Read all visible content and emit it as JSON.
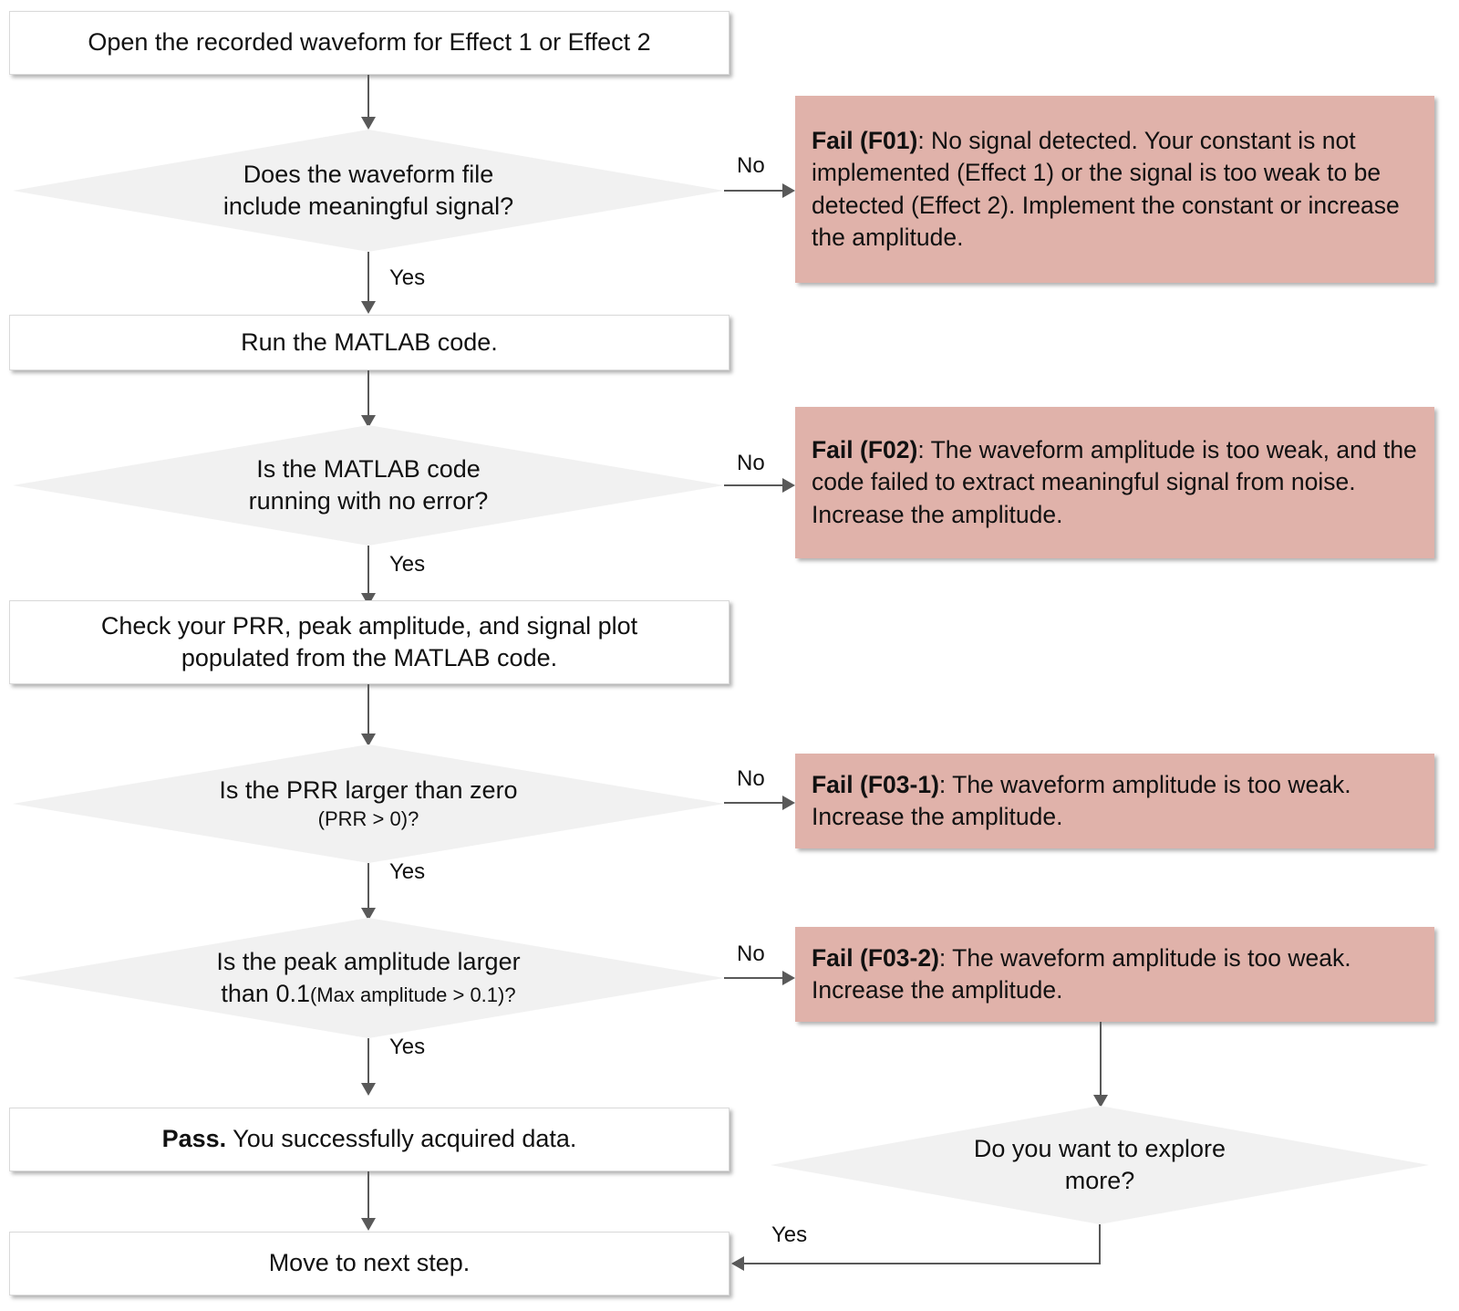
{
  "diagram": {
    "title": "Waveform acquisition troubleshooting flowchart",
    "colors": {
      "node_fill": "#ffffff",
      "decision_fill": "#f1f1f1",
      "fail_fill": "#e0b2aa",
      "connector": "#595959",
      "text": "#111111"
    }
  },
  "nodes": {
    "start": {
      "label": "Open the recorded waveform for Effect 1 or Effect 2"
    },
    "d1": {
      "line1": "Does the waveform file",
      "line2": "include meaningful signal?"
    },
    "run_matlab": {
      "label": "Run the MATLAB code."
    },
    "d2": {
      "line1": "Is the MATLAB code",
      "line2": "running with no error?"
    },
    "check": {
      "line1": "Check your PRR, peak amplitude, and signal plot",
      "line2": "populated from the MATLAB code."
    },
    "d3": {
      "line1": "Is the PRR  larger than zero",
      "line2": "(PRR > 0)?"
    },
    "d4": {
      "line1": "Is the peak amplitude larger",
      "line2a": "than 0.1",
      "line2b": "(Max amplitude > 0.1)?"
    },
    "pass": {
      "bold": "Pass.",
      "rest": " You successfully acquired data."
    },
    "next": {
      "label": "Move to next step."
    },
    "d5": {
      "line1": "Do you want to explore",
      "line2": "more?"
    }
  },
  "fails": {
    "f01": {
      "bold": "Fail (F01)",
      "rest": ": No signal detected. Your constant is not implemented (Effect 1) or the signal is too weak to be detected (Effect 2). Implement the constant or increase the amplitude."
    },
    "f02": {
      "bold": "Fail (F02)",
      "rest": ": The waveform amplitude is too weak, and the code failed to extract meaningful signal from noise. Increase the amplitude."
    },
    "f03_1": {
      "bold": "Fail (F03-1)",
      "rest": ": The waveform amplitude is too weak. Increase the amplitude."
    },
    "f03_2": {
      "bold": "Fail (F03-2)",
      "rest": ": The waveform amplitude is too weak. Increase the amplitude."
    }
  },
  "edges": {
    "yes1": "Yes",
    "no1": "No",
    "yes2": "Yes",
    "no2": "No",
    "yes3": "Yes",
    "no3": "No",
    "yes4": "Yes",
    "no4": "No",
    "yes5": "Yes"
  }
}
